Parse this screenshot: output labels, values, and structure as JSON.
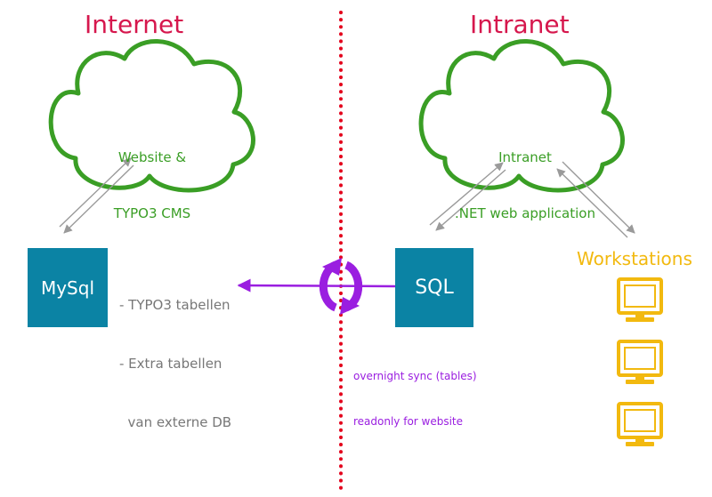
{
  "zones": {
    "left_title": "Internet",
    "right_title": "Intranet"
  },
  "clouds": {
    "left": {
      "line1": "Website &",
      "line2": "TYPO3 CMS"
    },
    "right": {
      "line1": "Intranet",
      "line2": ".NET web application"
    }
  },
  "databases": {
    "left": "MySql",
    "right": "SQL"
  },
  "mysql_notes": {
    "line1": "- TYPO3 tabellen",
    "line2": "- Extra tabellen",
    "line3": "  van externe DB"
  },
  "sync_note": {
    "line1": "overnight sync (tables)",
    "line2": "readonly for website"
  },
  "workstations": {
    "title": "Workstations",
    "count": 3
  },
  "colors": {
    "zone_title": "#d6174d",
    "cloud": "#3a9e25",
    "database": "#0b83a4",
    "sync": "#9a1ee0",
    "divider": "#e3001b",
    "workstation": "#f2b90f",
    "connector": "#999999"
  },
  "icons": [
    "cloud-icon",
    "database-box",
    "sync-cycle-icon",
    "monitor-icon"
  ]
}
